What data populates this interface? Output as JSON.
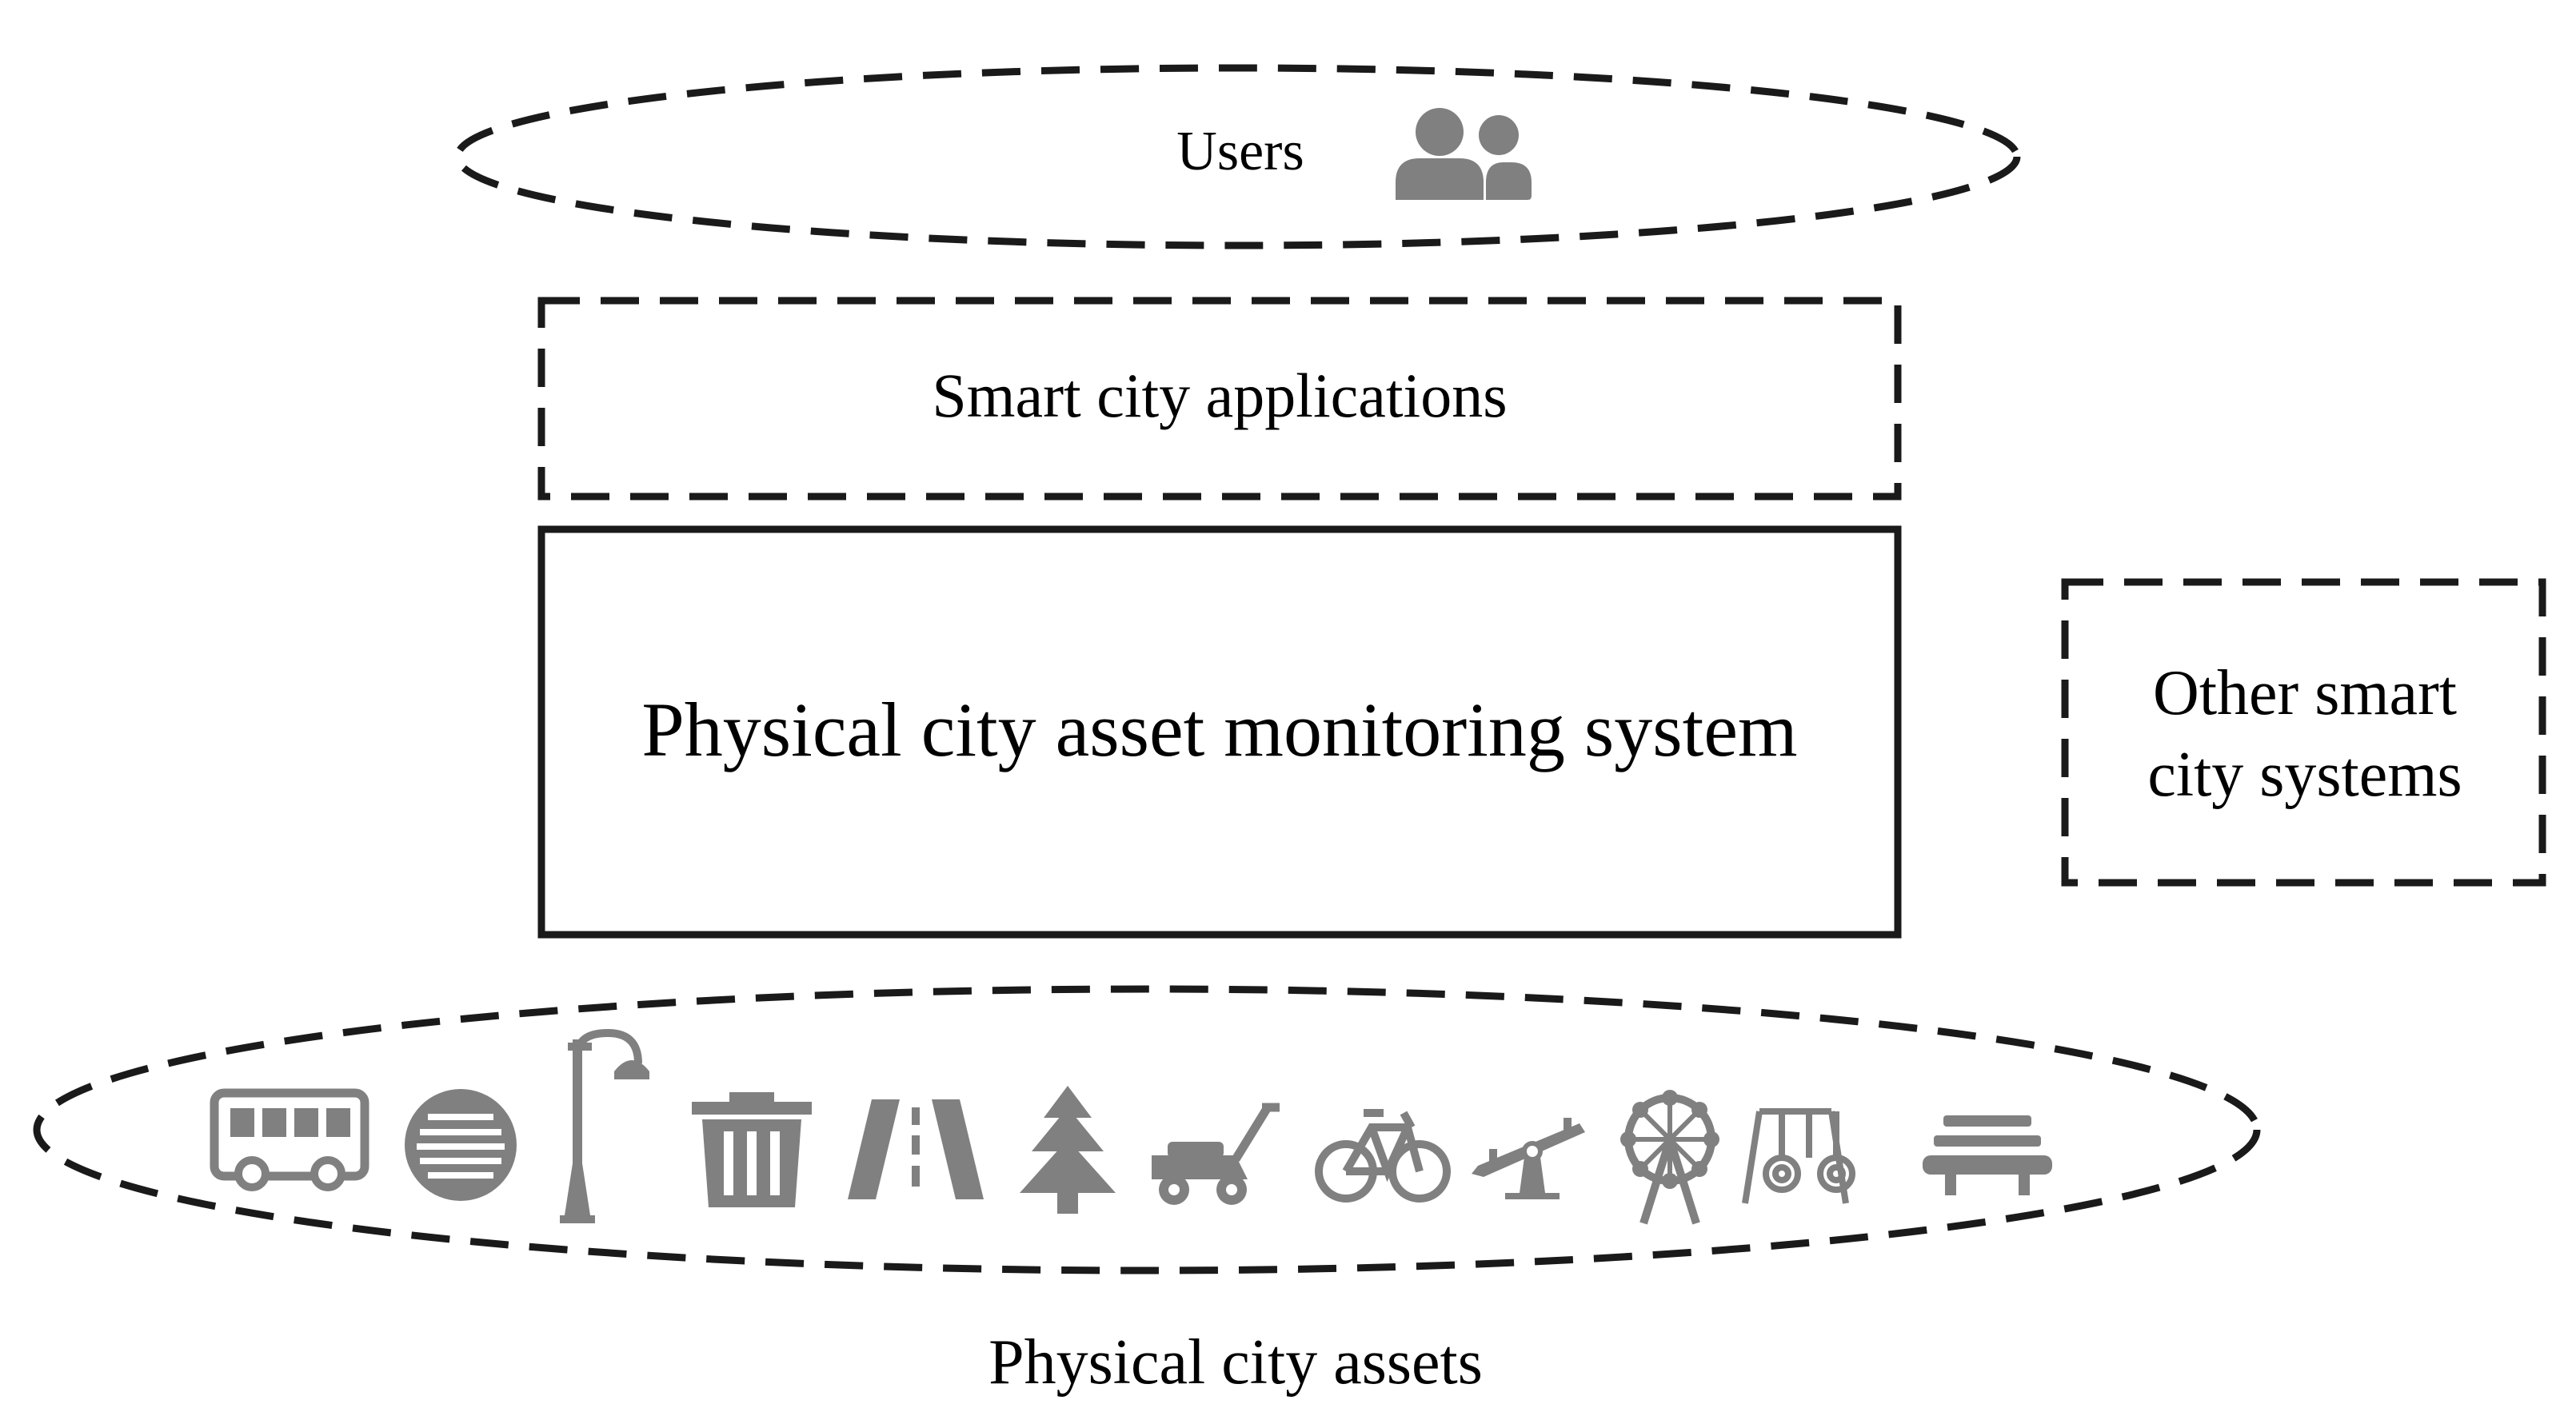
{
  "labels": {
    "users": "Users",
    "applications": "Smart city applications",
    "monitoring": "Physical city asset monitoring system",
    "other_line1": "Other smart",
    "other_line2": "city systems",
    "assets": "Physical city assets"
  },
  "assets": [
    {
      "icon": "bus-icon"
    },
    {
      "icon": "manhole-cover-icon"
    },
    {
      "icon": "street-lamp-icon"
    },
    {
      "icon": "trash-bin-icon"
    },
    {
      "icon": "road-icon"
    },
    {
      "icon": "tree-icon"
    },
    {
      "icon": "lawn-mower-icon"
    },
    {
      "icon": "bicycle-icon"
    },
    {
      "icon": "seesaw-icon"
    },
    {
      "icon": "ferris-wheel-icon"
    },
    {
      "icon": "swing-set-icon"
    },
    {
      "icon": "bench-icon"
    }
  ],
  "colors": {
    "stroke": "#1a1a1a",
    "icon": "#808080"
  }
}
